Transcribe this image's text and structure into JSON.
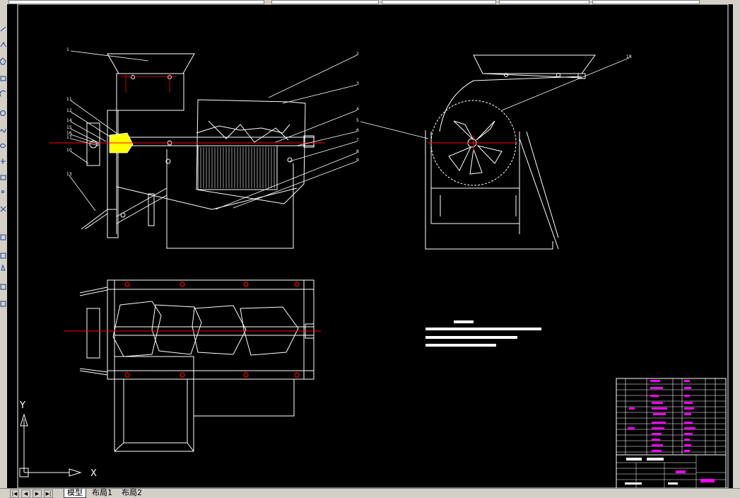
{
  "app": {
    "layout_tabs": [
      {
        "label": "模型",
        "active": true
      },
      {
        "label": "布局1",
        "active": false
      },
      {
        "label": "布局2",
        "active": false
      }
    ],
    "nav_buttons": [
      "first",
      "previous",
      "next",
      "last"
    ]
  },
  "ucs": {
    "x_label": "X",
    "y_label": "Y"
  },
  "drawing": {
    "part_balloons": [
      "1",
      "2",
      "3",
      "4",
      "5",
      "6",
      "7",
      "8",
      "9",
      "10",
      "11",
      "12",
      "13",
      "14",
      "15",
      "16",
      "17",
      "18"
    ],
    "note_lines_count": 4,
    "colors": {
      "line": "#ffffff",
      "center": "#ff0000",
      "highlight": "#ffff00",
      "table_fill": "#ff00ff",
      "canvas": "#000000"
    }
  }
}
